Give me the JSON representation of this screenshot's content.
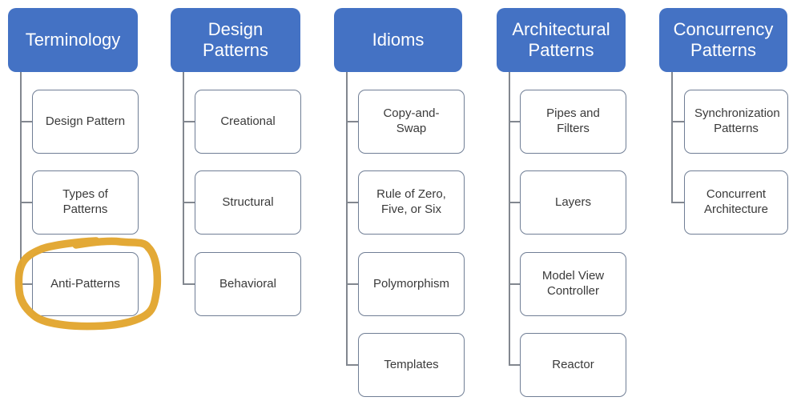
{
  "diagram": {
    "title": "Patterns taxonomy diagram",
    "columns": [
      {
        "title": "Terminology",
        "children": [
          {
            "label": "Design Pattern"
          },
          {
            "label": "Types of Patterns"
          },
          {
            "label": "Anti-Patterns",
            "highlighted": true
          }
        ]
      },
      {
        "title": "Design Patterns",
        "children": [
          {
            "label": "Creational"
          },
          {
            "label": "Structural"
          },
          {
            "label": "Behavioral"
          }
        ]
      },
      {
        "title": "Idioms",
        "children": [
          {
            "label": "Copy-and-Swap"
          },
          {
            "label": "Rule of Zero, Five, or Six"
          },
          {
            "label": "Polymorphism"
          },
          {
            "label": "Templates"
          }
        ]
      },
      {
        "title": "Architectural Patterns",
        "children": [
          {
            "label": "Pipes and Filters"
          },
          {
            "label": "Layers"
          },
          {
            "label": "Model View Controller"
          },
          {
            "label": "Reactor"
          }
        ]
      },
      {
        "title": "Concurrency Patterns",
        "children": [
          {
            "label": "Synchronization Patterns"
          },
          {
            "label": "Concurrent Architecture"
          }
        ]
      }
    ],
    "annotation": {
      "type": "hand-drawn marker circle",
      "target": "Anti-Patterns",
      "color": "#E2A62F"
    },
    "colors": {
      "header_fill": "#4472C4",
      "header_text": "#FFFFFF",
      "node_fill": "#FFFFFF",
      "node_border": "#707E95",
      "node_text": "#3A3A3A",
      "connector": "#82878F",
      "highlight": "#E2A62F"
    }
  }
}
